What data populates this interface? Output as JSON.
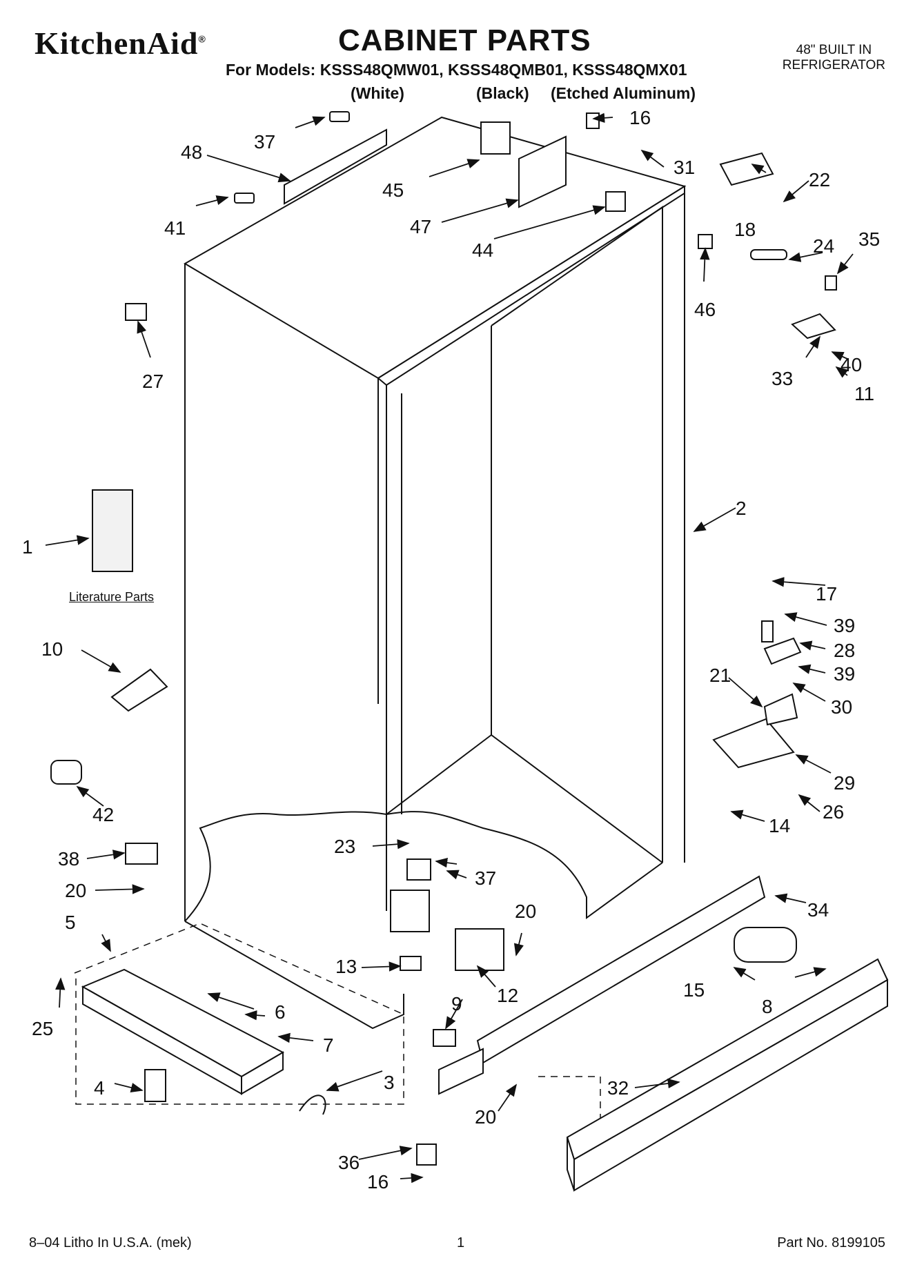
{
  "header": {
    "brand": "KitchenAid",
    "brand_mark": "®",
    "title": "CABINET PARTS",
    "models_line": "For Models: KSSS48QMW01, KSSS48QMB01, KSSS48QMX01",
    "variants": [
      "(White)",
      "(Black)",
      "(Etched Aluminum)"
    ],
    "product_line1": "48\" BUILT IN",
    "product_line2": "REFRIGERATOR"
  },
  "literature_label": "Literature Parts",
  "footer": {
    "left": "8–04 Litho In U.S.A. (mek)",
    "center": "1",
    "right": "Part No. 8199105"
  },
  "callouts": {
    "c1": "1",
    "c2": "2",
    "c3": "3",
    "c4": "4",
    "c5": "5",
    "c6": "6",
    "c7": "7",
    "c8": "8",
    "c9": "9",
    "c10": "10",
    "c11": "11",
    "c12": "12",
    "c13": "13",
    "c14": "14",
    "c15": "15",
    "c16a": "16",
    "c16b": "16",
    "c17": "17",
    "c18": "18",
    "c20a": "20",
    "c20b": "20",
    "c20c": "20",
    "c21": "21",
    "c22": "22",
    "c23": "23",
    "c24": "24",
    "c25": "25",
    "c26": "26",
    "c27": "27",
    "c28": "28",
    "c29": "29",
    "c30": "30",
    "c31": "31",
    "c32": "32",
    "c33": "33",
    "c34": "34",
    "c35": "35",
    "c36": "36",
    "c37a": "37",
    "c37b": "37",
    "c38": "38",
    "c39a": "39",
    "c39b": "39",
    "c40": "40",
    "c41": "41",
    "c42": "42",
    "c44": "44",
    "c45": "45",
    "c46": "46",
    "c47": "47",
    "c48": "48"
  }
}
